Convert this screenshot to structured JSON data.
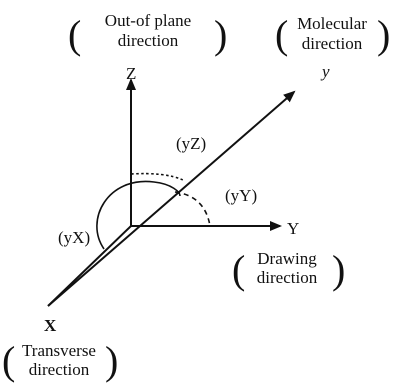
{
  "axes": {
    "z_label": "Z",
    "y_label": "Y",
    "x_label": "X",
    "molecular_label": "y"
  },
  "boxes": {
    "out_of_plane": [
      "Out-of plane",
      "direction"
    ],
    "molecular": [
      "Molecular",
      "direction"
    ],
    "drawing": [
      "Drawing",
      "direction"
    ],
    "transverse": [
      "Transverse",
      "direction"
    ]
  },
  "angles": {
    "yz": "(yZ)",
    "yy": "(yY)",
    "yx": "(yX)"
  },
  "colors": {
    "ink": "#111111",
    "background": "#ffffff"
  }
}
